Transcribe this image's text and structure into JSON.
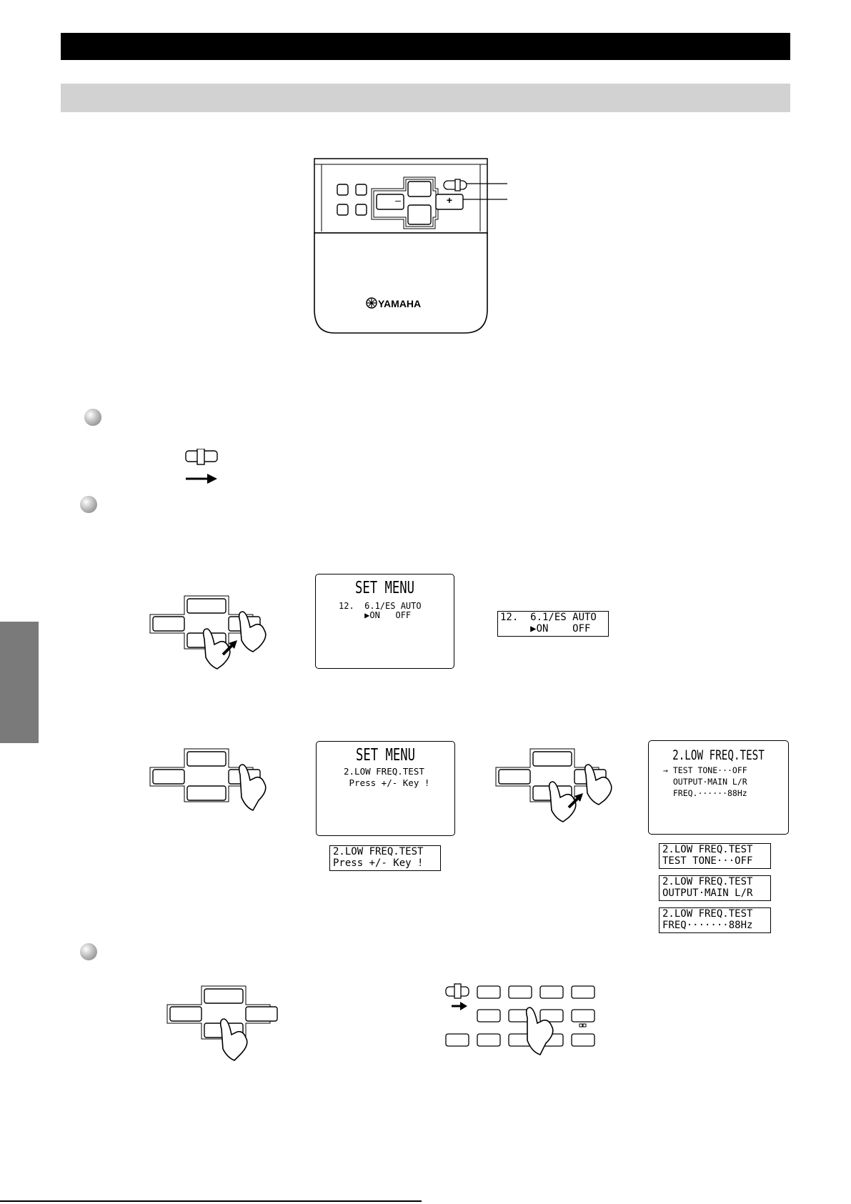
{
  "remote": {
    "logo_text": "YAMAHA",
    "minus_label": "–",
    "plus_label": "+"
  },
  "screens": {
    "menu12": {
      "title": "SET MENU",
      "line1": "12.  6.1/ES AUTO",
      "line2": "     ▶ON   OFF"
    },
    "strip12": {
      "line1": "12.  6.1/ES AUTO",
      "line2": "     ▶ON    OFF"
    },
    "menu2": {
      "title": "SET MENU",
      "line1": "2.LOW FREQ.TEST",
      "line2": " Press +/- Key !"
    },
    "strip2": {
      "line1": "2.LOW FREQ.TEST",
      "line2": "Press +/- Key !"
    },
    "menu2_detail": {
      "title": "2.LOW FREQ.TEST",
      "line1": "→ TEST TONE···OFF",
      "line2": "  OUTPUT·MAIN L/R",
      "line3": "  FREQ.······88Hz"
    },
    "strip_tone": {
      "line1": "2.LOW FREQ.TEST",
      "line2": "TEST TONE···OFF"
    },
    "strip_output": {
      "line1": "2.LOW FREQ.TEST",
      "line2": "OUTPUT·MAIN L/R"
    },
    "strip_freq": {
      "line1": "2.LOW FREQ.TEST",
      "line2": "FREQ·······88Hz"
    }
  }
}
